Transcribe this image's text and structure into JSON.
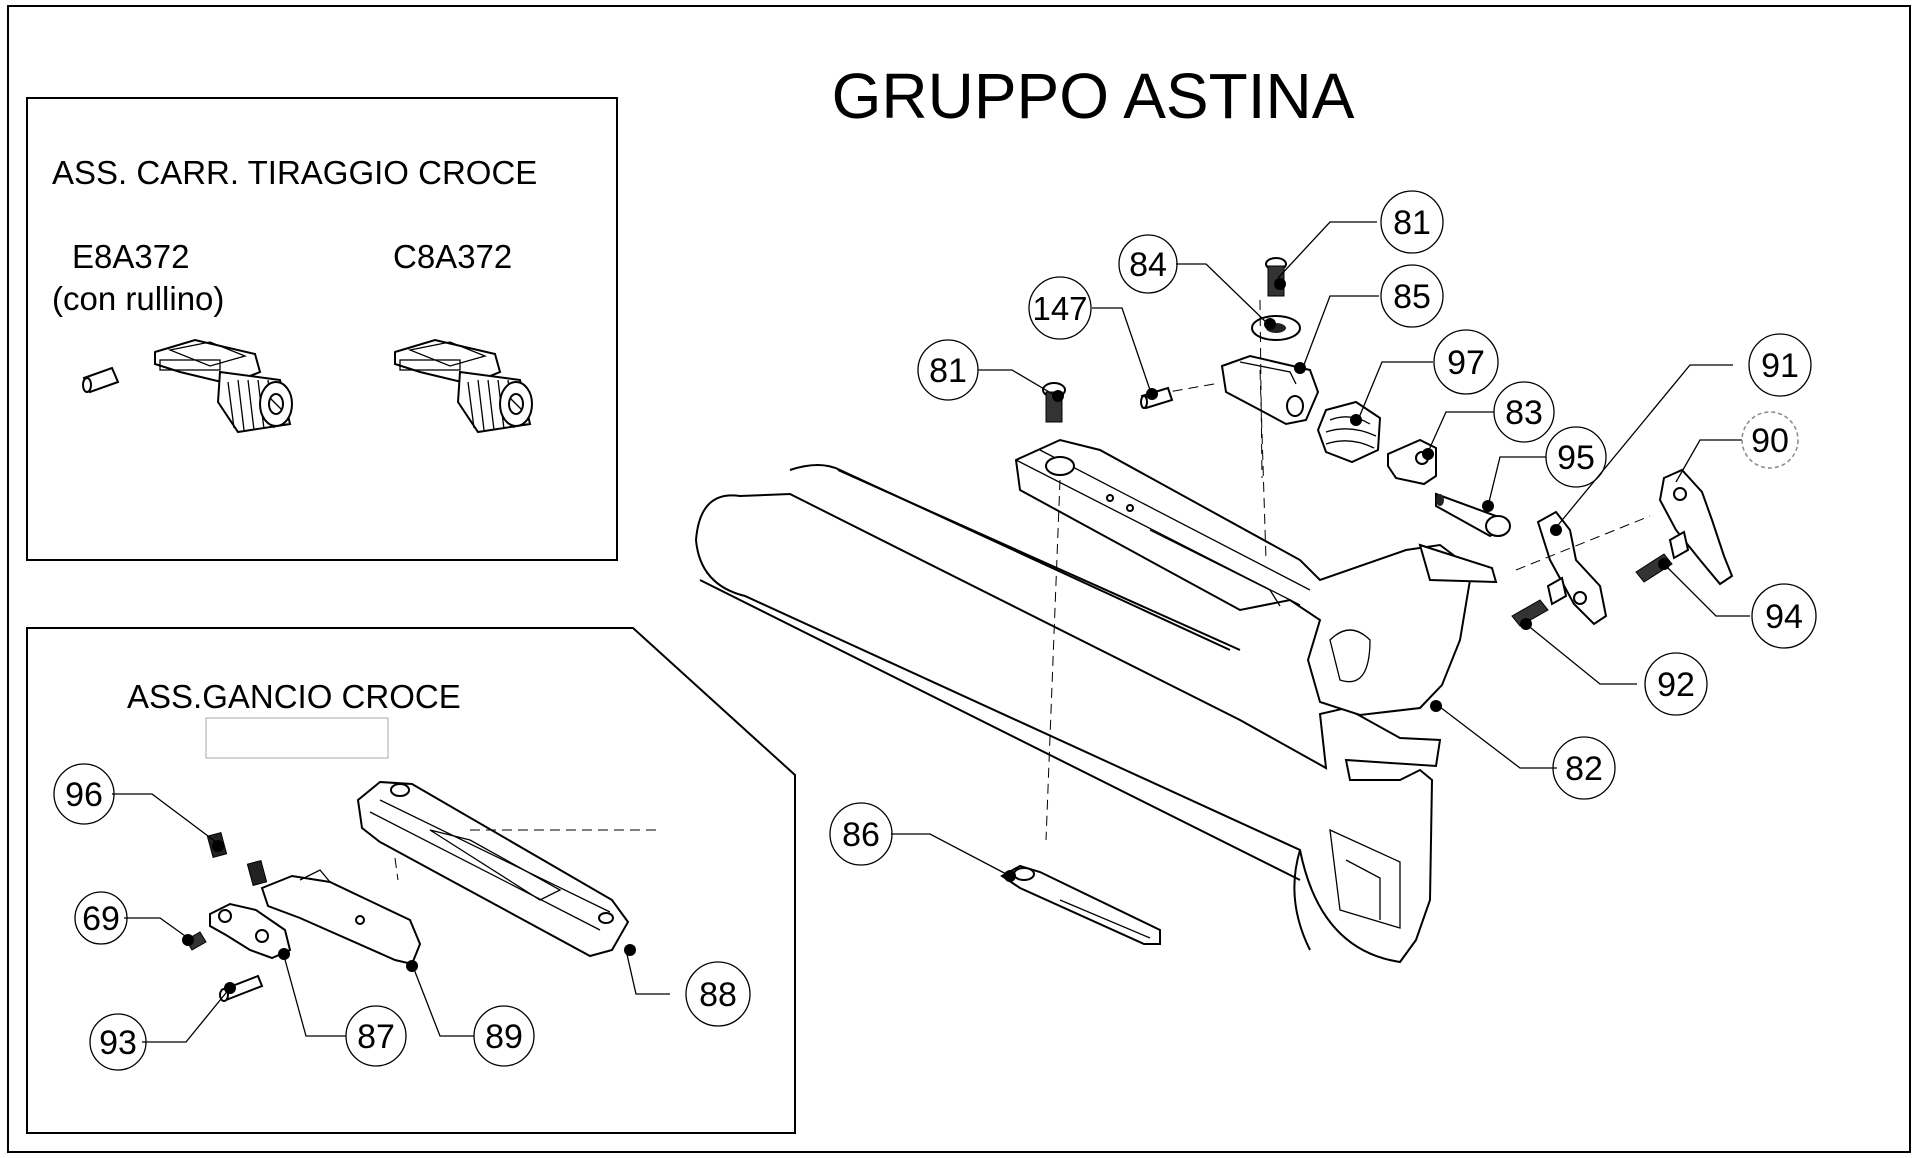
{
  "title": "GRUPPO ASTINA",
  "inset_top": {
    "heading": "ASS. CARR. TIRAGGIO CROCE",
    "left_code": "E8A372",
    "left_note": "(con rullino)",
    "right_code": "C8A372"
  },
  "inset_bottom": {
    "heading": "ASS.GANCIO CROCE"
  },
  "callouts": {
    "c81a": "81",
    "c84": "84",
    "c85": "85",
    "c147": "147",
    "c81b": "81",
    "c97": "97",
    "c83": "83",
    "c95": "95",
    "c91": "91",
    "c90": "90",
    "c94": "94",
    "c92": "92",
    "c82": "82",
    "c86": "86",
    "c96": "96",
    "c69": "69",
    "c93": "93",
    "c87": "87",
    "c89": "89",
    "c88": "88"
  }
}
